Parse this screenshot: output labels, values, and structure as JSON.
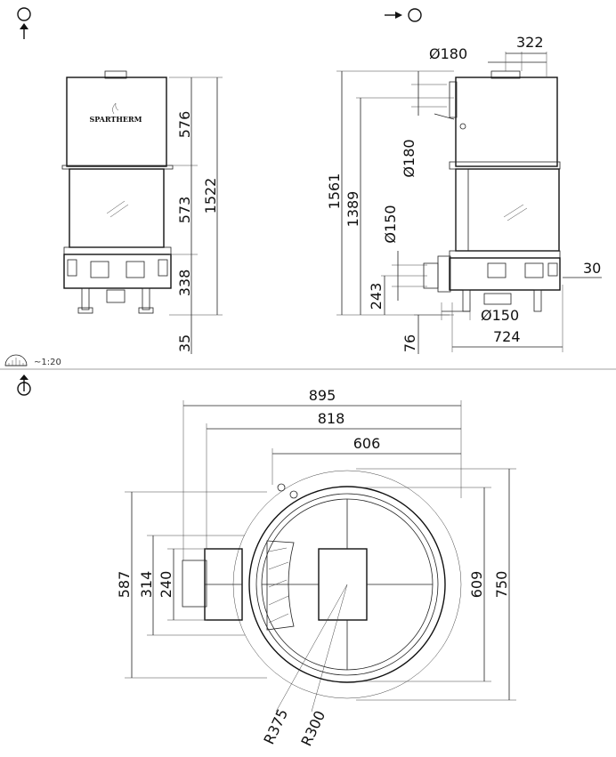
{
  "front": {
    "logo": "SPARTHERM",
    "dims": {
      "top": "576",
      "glass": "573",
      "total": "1522",
      "base": "338",
      "feet": "35"
    }
  },
  "side": {
    "dims": {
      "d180_top": "Ø180",
      "w322": "322",
      "d180_side": "Ø180",
      "d150_side": "Ø150",
      "h1561": "1561",
      "h1389": "1389",
      "h243": "243",
      "h76": "76",
      "d150_bottom": "Ø150",
      "w724": "724",
      "w30": "30"
    }
  },
  "plan": {
    "scale": "~1:20",
    "dims": {
      "w895": "895",
      "w818": "818",
      "w606": "606",
      "h587": "587",
      "h314": "314",
      "h240": "240",
      "h609": "609",
      "h750": "750",
      "r375": "R375",
      "r300": "R300"
    }
  },
  "icons": {
    "front_view": "front-view-icon",
    "side_view": "side-view-icon",
    "top_view": "top-view-icon",
    "scale": "scale-ruler-icon"
  }
}
